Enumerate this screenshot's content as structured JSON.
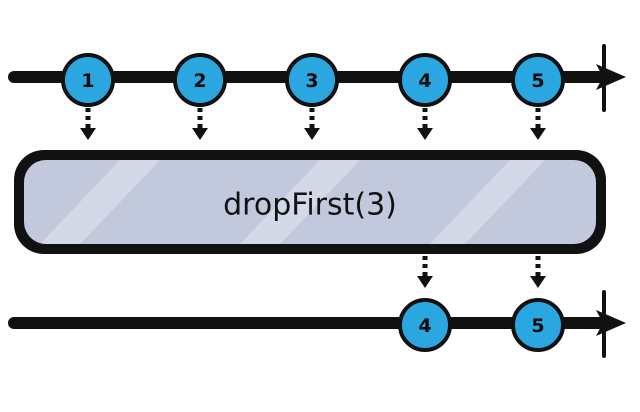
{
  "operator": {
    "label": "dropFirst(3)"
  },
  "input_timeline": {
    "events": [
      {
        "label": "1"
      },
      {
        "label": "2"
      },
      {
        "label": "3"
      },
      {
        "label": "4"
      },
      {
        "label": "5"
      }
    ]
  },
  "output_timeline": {
    "events": [
      {
        "label": "4"
      },
      {
        "label": "5"
      }
    ]
  },
  "colors": {
    "marble_fill": "#2aa6e0",
    "line": "#111111",
    "operator_fill": "#c3c9dd"
  }
}
